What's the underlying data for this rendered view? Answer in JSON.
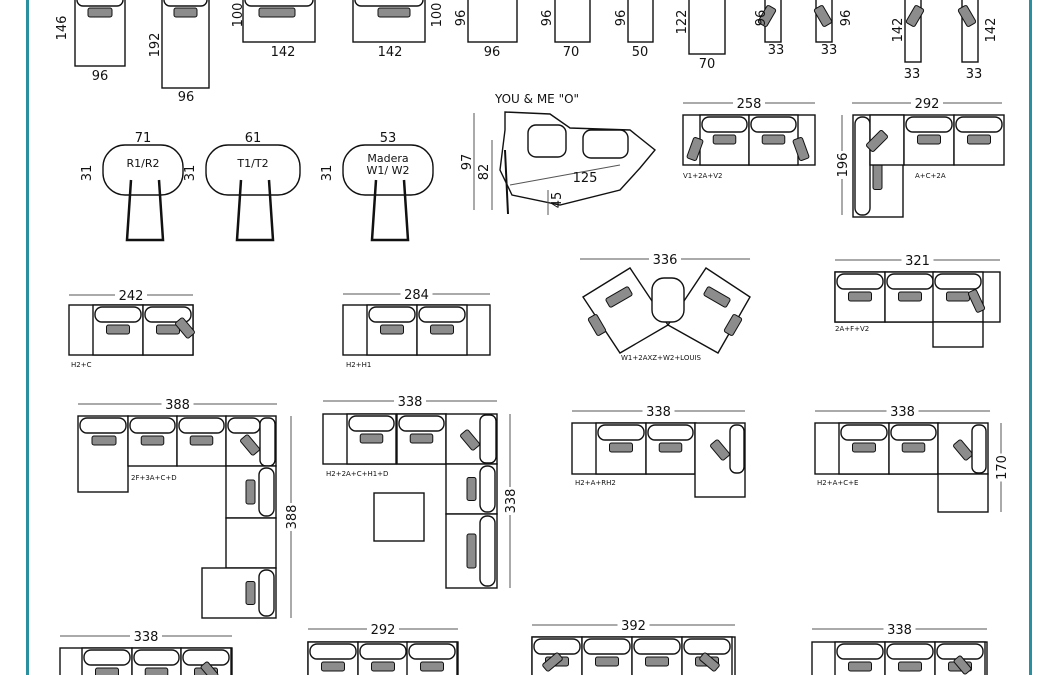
{
  "single_modules": [
    {
      "width": "96",
      "depth": "146"
    },
    {
      "width": "96",
      "depth": "192"
    },
    {
      "width": "142",
      "depth": "100"
    },
    {
      "width": "142",
      "depth": "100"
    },
    {
      "width": "96",
      "depth": "96"
    },
    {
      "width": "70",
      "depth": "96"
    },
    {
      "width": "50",
      "depth": "96"
    },
    {
      "width": "70",
      "depth": "122"
    },
    {
      "width_left": "33",
      "width_right": "33",
      "depth_left": "96",
      "depth_right": "96"
    },
    {
      "width_left": "33",
      "width_right": "33",
      "depth_left": "142",
      "depth_right": "142"
    }
  ],
  "tables": [
    {
      "name": "R1/R2",
      "width": "71",
      "height": "31"
    },
    {
      "name": "T1/T2",
      "width": "61",
      "height": "31"
    },
    {
      "name_line1": "Madera",
      "name": "W1/ W2",
      "width": "53",
      "height": "31"
    }
  ],
  "you_and_me": {
    "title": "YOU & ME \"O\"",
    "height": "97",
    "seat_height": "82",
    "width": "125",
    "depth": "45"
  },
  "configurations": [
    {
      "code": "V1+2A+V2",
      "width": "258"
    },
    {
      "code": "A+C+2A",
      "width": "292",
      "depth": "196"
    },
    {
      "code": "H2+C",
      "width": "242"
    },
    {
      "code": "H2+H1",
      "width": "284"
    },
    {
      "code": "W1+2AXZ+W2+LOUIS",
      "width": "336"
    },
    {
      "code": "2A+F+V2",
      "width": "321"
    },
    {
      "code": "2F+3A+C+D",
      "width": "388",
      "depth": "388"
    },
    {
      "code": "H2+2A+C+H1+D",
      "width": "338",
      "depth": "338"
    },
    {
      "code": "H2+A+RH2",
      "width": "338"
    },
    {
      "code": "H2+A+C+E",
      "width": "338",
      "depth": "170"
    },
    {
      "width": "338"
    },
    {
      "width": "292"
    },
    {
      "width": "392"
    },
    {
      "width": "338"
    }
  ],
  "colors": {
    "frame": "#2a8f9e",
    "pillow": "#8c8c8c",
    "line": "#111111"
  }
}
